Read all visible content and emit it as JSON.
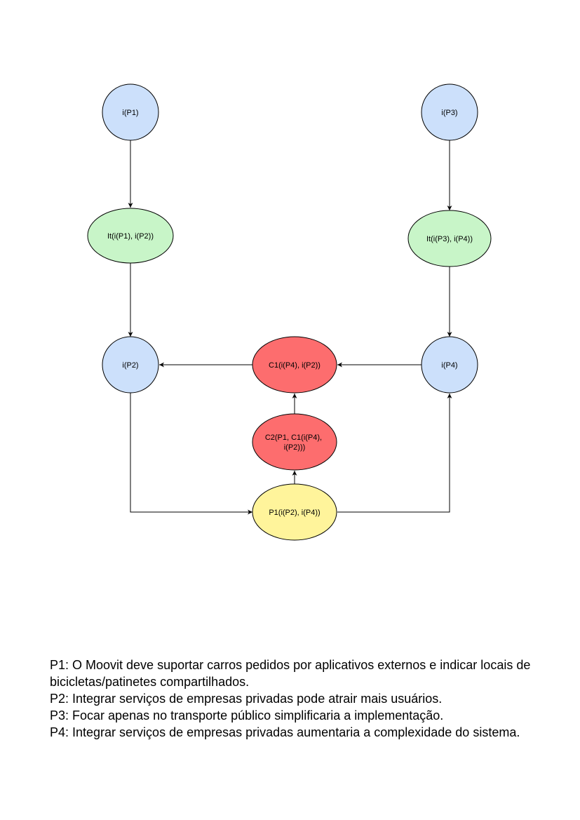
{
  "colors": {
    "blue": "#cce0fb",
    "green": "#c8f5c8",
    "red": "#fd6d6e",
    "yellow": "#fff49b",
    "stroke": "#000000"
  },
  "nodes": [
    {
      "id": "iP1",
      "label": "i(P1)",
      "fill": "blue"
    },
    {
      "id": "itP1P2",
      "label": "It(i(P1), i(P2))",
      "fill": "green"
    },
    {
      "id": "iP2",
      "label": "i(P2)",
      "fill": "blue"
    },
    {
      "id": "iP3",
      "label": "i(P3)",
      "fill": "blue"
    },
    {
      "id": "itP3P4",
      "label": "It(i(P3), i(P4))",
      "fill": "green"
    },
    {
      "id": "iP4",
      "label": "i(P4)",
      "fill": "blue"
    },
    {
      "id": "c1",
      "label": "C1(i(P4), i(P2))",
      "fill": "red"
    },
    {
      "id": "c2",
      "label_lines": [
        "C2(P1, C1(i(P4),",
        "i(P2)))"
      ],
      "fill": "red"
    },
    {
      "id": "p1",
      "label": "P1(i(P2), i(P4))",
      "fill": "yellow"
    }
  ],
  "edges": [
    {
      "from": "iP1",
      "to": "itP1P2"
    },
    {
      "from": "itP1P2",
      "to": "iP2"
    },
    {
      "from": "iP3",
      "to": "itP3P4"
    },
    {
      "from": "itP3P4",
      "to": "iP4"
    },
    {
      "from": "iP4",
      "to": "c1"
    },
    {
      "from": "c1",
      "to": "iP2"
    },
    {
      "from": "c2",
      "to": "c1"
    },
    {
      "from": "p1",
      "to": "c2"
    },
    {
      "from": "iP2",
      "to": "p1"
    },
    {
      "from": "p1",
      "to": "iP4"
    }
  ],
  "legend": [
    "P1: O Moovit deve suportar carros pedidos por aplicativos externos e indicar locais de bicicletas/patinetes compartilhados.",
    "P2: Integrar serviços de empresas privadas pode atrair mais usuários.",
    "P3: Focar apenas no transporte público simplificaria a implementação.",
    "P4: Integrar serviços de empresas privadas aumentaria a complexidade do sistema."
  ]
}
